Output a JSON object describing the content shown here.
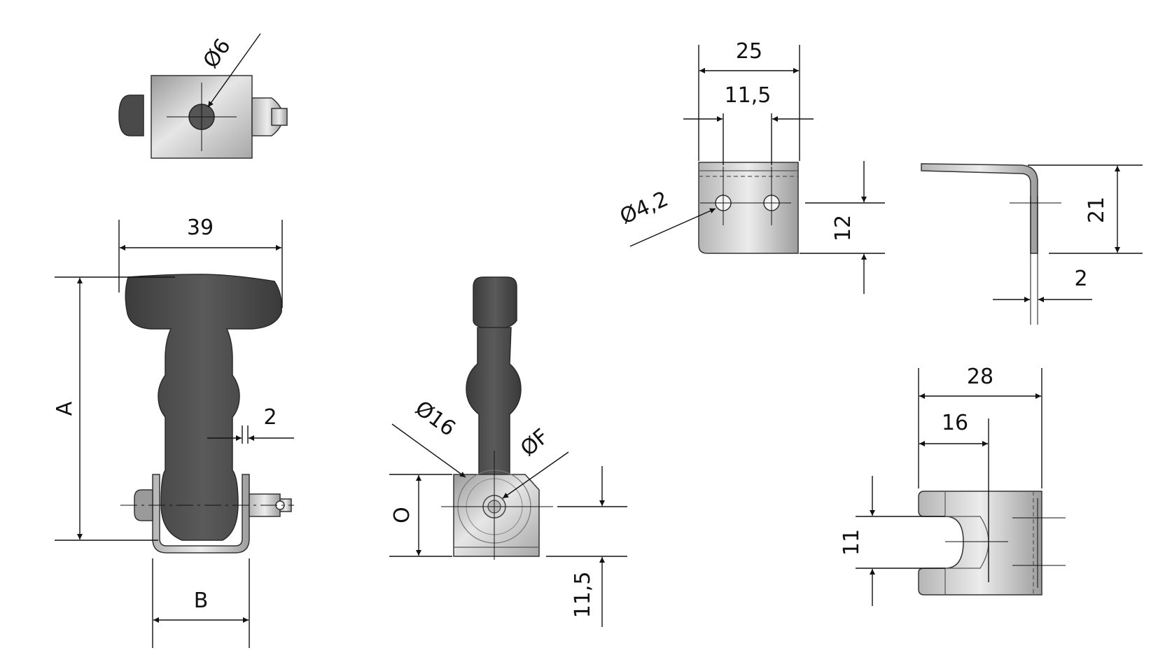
{
  "dimensions": {
    "top_view": {
      "hole_diameter": "Ø6"
    },
    "front_view": {
      "width": "39",
      "height": "A",
      "thickness": "2",
      "bracket_width": "B"
    },
    "side_view": {
      "pin_diameter": "Ø16",
      "shaft_diameter": "ØF",
      "pivot_height": "O",
      "base_offset": "11,5"
    },
    "bracket_front": {
      "width": "25",
      "hole_spacing": "11,5",
      "hole_diameter": "Ø4,2",
      "hole_height": "12"
    },
    "bracket_side": {
      "height": "21",
      "thickness": "2"
    },
    "keeper": {
      "width": "28",
      "slot_depth": "16",
      "slot_width": "11"
    }
  },
  "colors": {
    "rubber": "#4a4a4a",
    "metal": "#c8c8c8",
    "line": "#111111"
  }
}
